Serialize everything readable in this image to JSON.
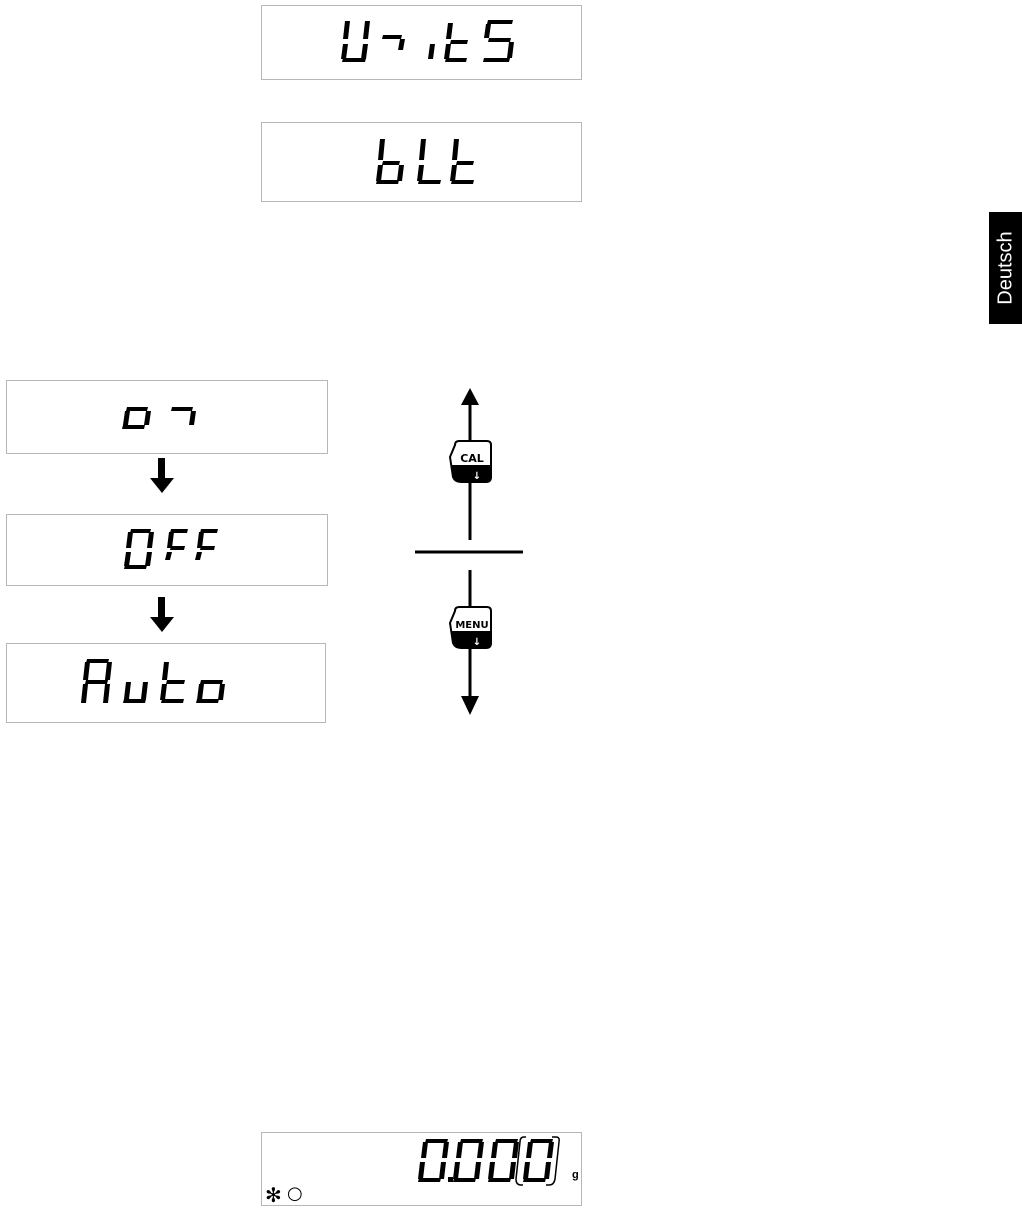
{
  "language_tab": "Deutsch",
  "displays": {
    "units": "UnitS",
    "blt": "bLt",
    "option_on": "on",
    "option_off": "OFF",
    "option_auto": "Auto",
    "weight_value": "0.000",
    "weight_unit": "g"
  },
  "keys": {
    "cal_label": "CAL",
    "menu_label": "MENU",
    "key_arrow_glyph": "↓"
  },
  "status_icons": {
    "stability_symbol": "✻",
    "zero_symbol": "○"
  }
}
